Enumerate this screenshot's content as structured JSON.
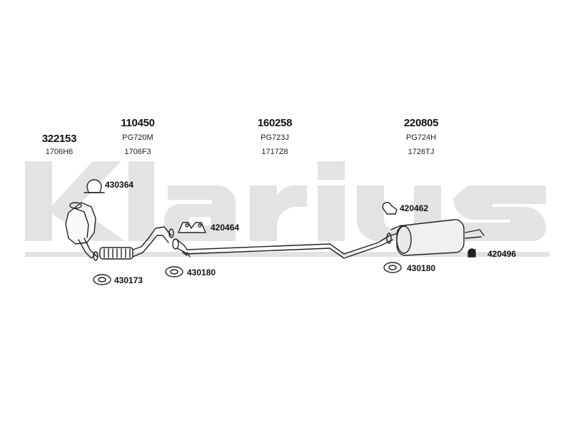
{
  "watermark": {
    "brand": "Klarius",
    "color": "#e3e3e3"
  },
  "sections": [
    {
      "ref": "322153",
      "codes": [
        "1706H6"
      ]
    },
    {
      "ref": "110450",
      "codes": [
        "PG720M",
        "1706F3"
      ]
    },
    {
      "ref": "160258",
      "codes": [
        "PG723J",
        "1717Z8"
      ]
    },
    {
      "ref": "220805",
      "codes": [
        "PG724H",
        "1726TJ"
      ]
    }
  ],
  "fittings": {
    "clamp_top": "430364",
    "hanger_mid": "420464",
    "clamp_left": "430173",
    "clamp_mid": "430180",
    "hanger_right": "420462",
    "clamp_right": "430180",
    "rubber_rear": "420496"
  },
  "colors": {
    "line": "#222222",
    "pipe_fill": "#ffffff",
    "muffler_fill": "#f0f0f0"
  }
}
